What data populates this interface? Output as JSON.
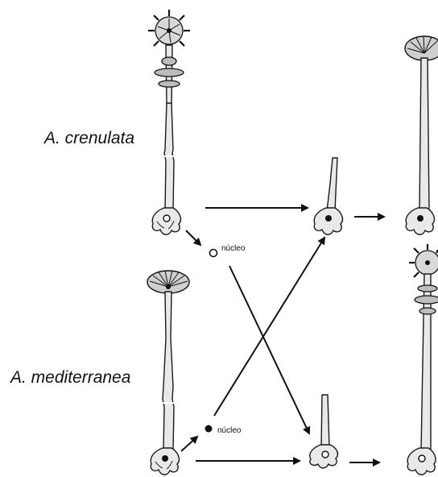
{
  "species": {
    "top": "A. crenulata",
    "bottom": "A. mediterranea"
  },
  "nucleus_label_top": "núcleo",
  "nucleus_label_bottom": "núcleo",
  "colors": {
    "ink": "#111111",
    "stalk_fill": "#e9e9e9",
    "cap_fill": "#cfcfcf",
    "background": "#ffffff"
  },
  "nuclei": {
    "crenulata": "hollow",
    "mediterranea": "filled"
  }
}
